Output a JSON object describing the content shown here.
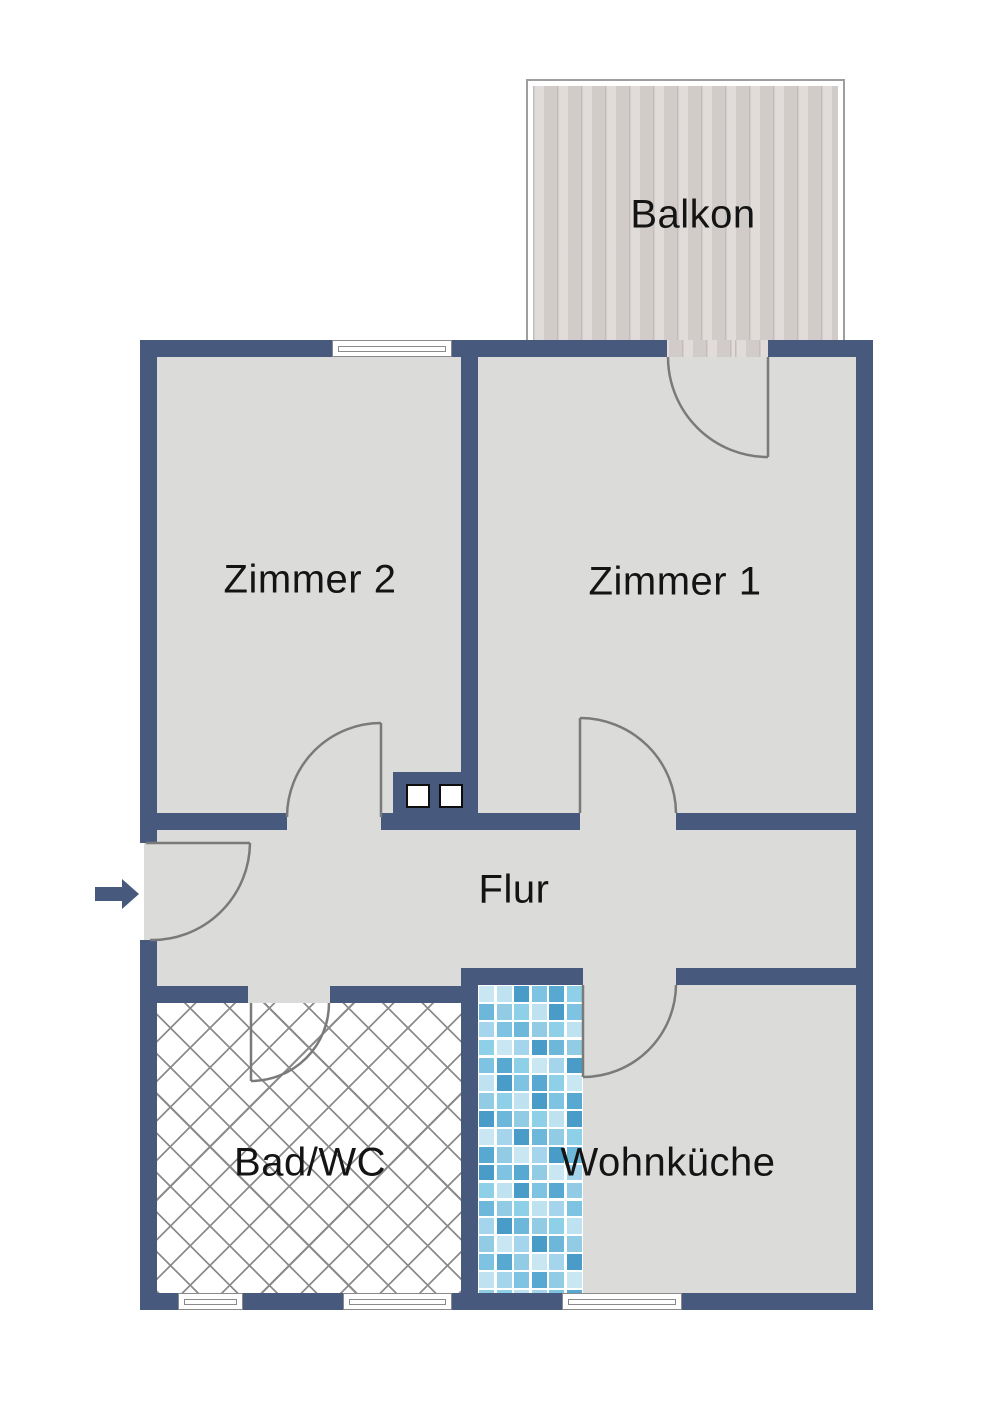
{
  "title": "Floor plan",
  "rooms": {
    "balkon": {
      "label": "Balkon"
    },
    "zimmer2": {
      "label": "Zimmer 2"
    },
    "zimmer1": {
      "label": "Zimmer 1"
    },
    "flur": {
      "label": "Flur"
    },
    "bad": {
      "label": "Bad/WC"
    },
    "kueche": {
      "label": "Wohnküche"
    }
  },
  "icons": {
    "entrance_arrow": "arrow-right-icon"
  },
  "colors": {
    "wall": "#475a7d",
    "floor": "#dbdbda",
    "wood_base": "#d9d3d0",
    "wood_line": "#b5acaa",
    "hatch_line": "#8c8c8c",
    "door_line": "#7a7a7a",
    "window_frame": "#8a8a8a",
    "tile_grout": "#ffffff",
    "tile_palette": [
      "#c9e6f3",
      "#a4d5ec",
      "#7ec3e2",
      "#57a9d1",
      "#8ed0e8",
      "#bfe2f1",
      "#4a9cc8",
      "#6cb7da",
      "#92cbe4"
    ]
  }
}
